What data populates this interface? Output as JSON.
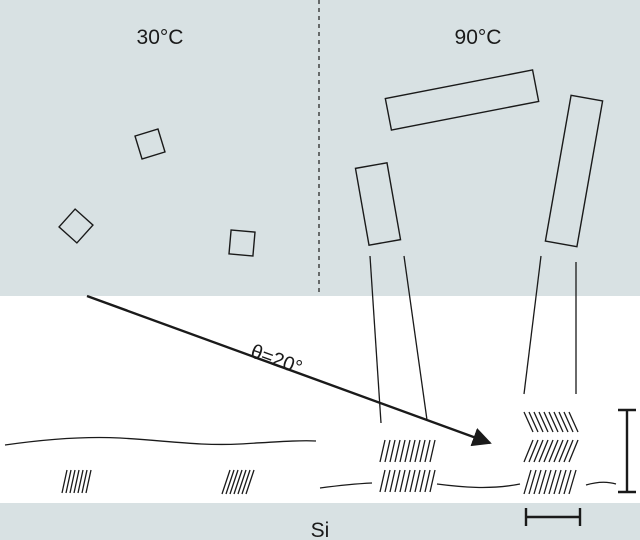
{
  "labels": {
    "left_temp": "30°C",
    "right_temp": "90°C",
    "angle": "θ=20°",
    "substrate": "Si"
  },
  "colors": {
    "background_panel": "#d8e1e3",
    "substrate": "#d8e1e3",
    "ink": "#1a1a1a",
    "page": "#ffffff"
  }
}
